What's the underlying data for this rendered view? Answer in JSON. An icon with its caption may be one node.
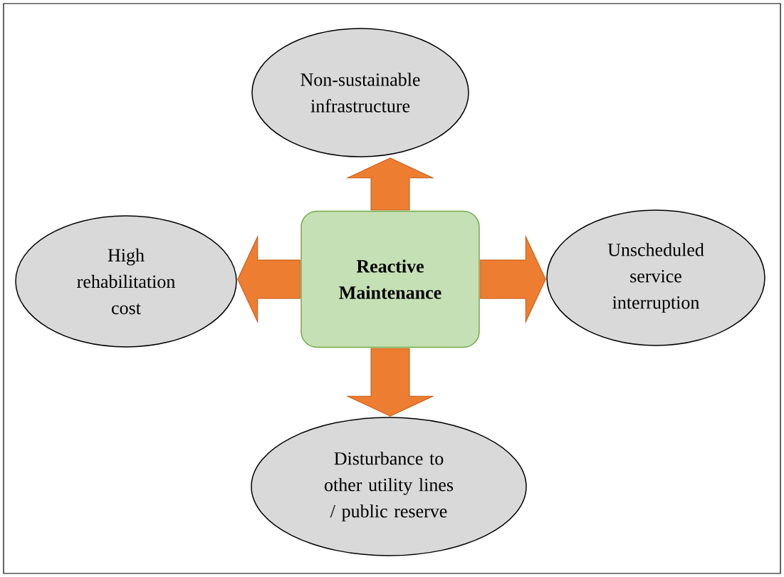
{
  "diagram": {
    "nodes": [
      {
        "text": [
          "Non-sustainable infrastructure"
        ]
      },
      {
        "text": [
          "High rehabilitation cost"
        ]
      },
      {
        "text": [
          "Reactive Maintenance"
        ]
      },
      {
        "text": [
          "Unscheduled service interruption"
        ]
      },
      {
        "text": [
          "Disturbance to other utility lines / public reserve"
        ]
      }
    ],
    "edges": [
      {
        "from": 2,
        "to": 0,
        "arrow": "to"
      },
      {
        "from": 2,
        "to": 1,
        "arrow": "to"
      },
      {
        "from": 2,
        "to": 3,
        "arrow": "to"
      },
      {
        "from": 2,
        "to": 4,
        "arrow": "to"
      }
    ]
  }
}
